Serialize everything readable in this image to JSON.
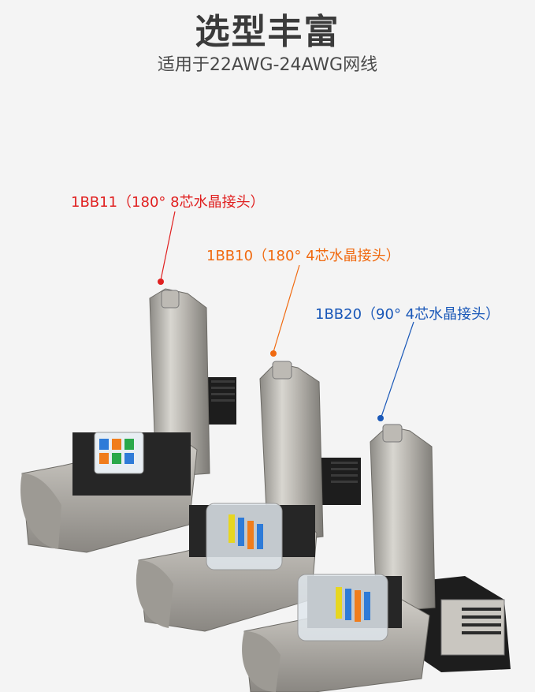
{
  "header": {
    "title": "选型丰富",
    "subtitle": "适用于22AWG-24AWG网线"
  },
  "products": [
    {
      "label": "1BB11（180° 8芯水晶接头）",
      "color": "#e02020"
    },
    {
      "label": "1BB10（180° 4芯水晶接头）",
      "color": "#f06a10"
    },
    {
      "label": "1BB20（90° 4芯水晶接头）",
      "color": "#1a58b8"
    }
  ]
}
